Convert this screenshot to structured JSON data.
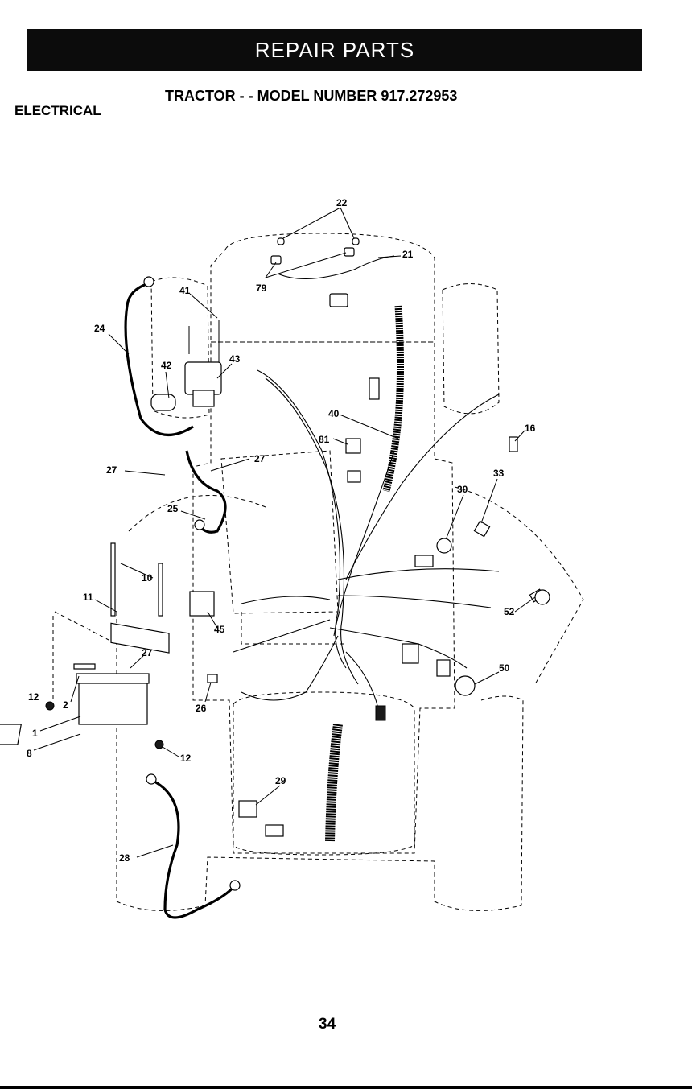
{
  "header": {
    "banner": "REPAIR PARTS"
  },
  "section": "ELECTRICAL",
  "title": "TRACTOR - - MODEL NUMBER 917.272953",
  "page_number": "34",
  "callouts": [
    "22",
    "21",
    "79",
    "41",
    "24",
    "42",
    "43",
    "40",
    "16",
    "81",
    "27",
    "27",
    "33",
    "30",
    "25",
    "10",
    "11",
    "52",
    "45",
    "27",
    "50",
    "12",
    "2",
    "26",
    "1",
    "8",
    "12",
    "29",
    "28"
  ]
}
